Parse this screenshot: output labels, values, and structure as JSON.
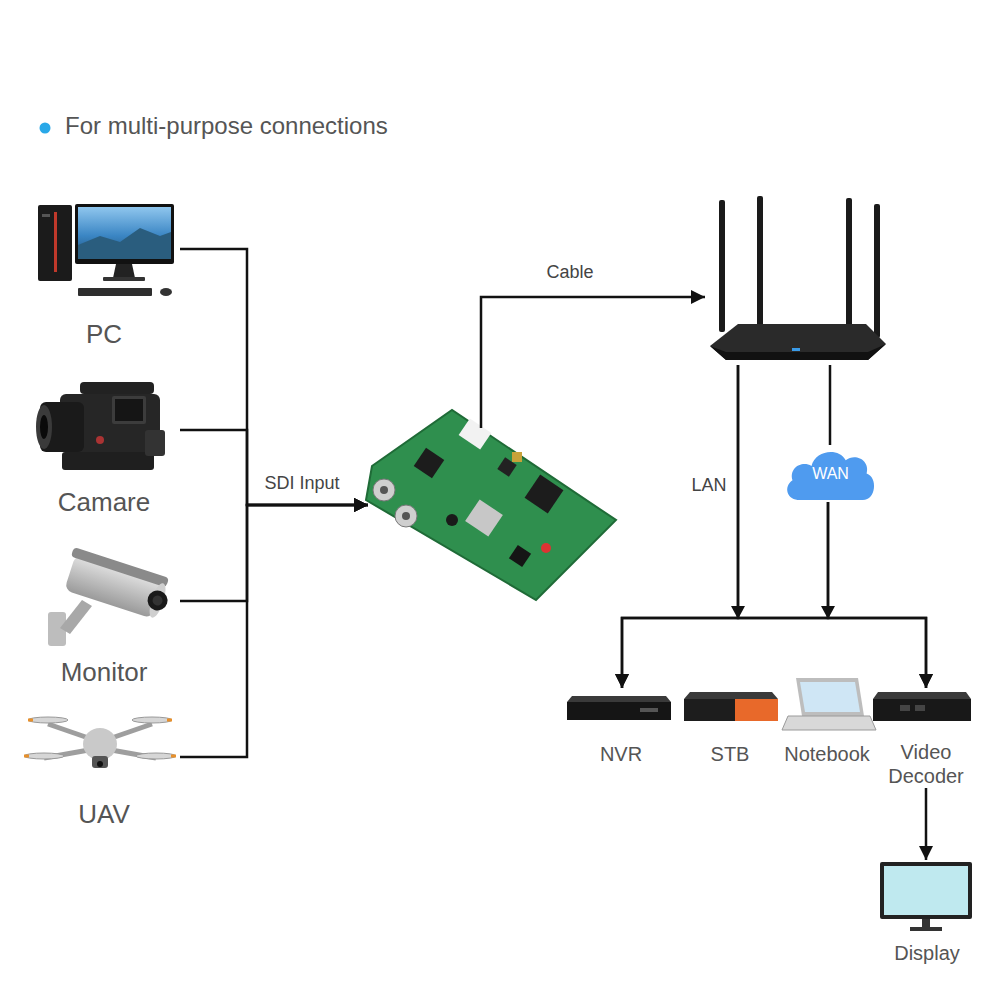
{
  "diagram": {
    "title": "For multi-purpose connections",
    "nodes": [
      {
        "text": [
          "PC"
        ]
      },
      {
        "text": [
          "Camare"
        ]
      },
      {
        "text": [
          "Monitor"
        ]
      },
      {
        "text": [
          "UAV"
        ]
      },
      {
        "text": []
      },
      {
        "text": []
      },
      {
        "text": [
          "WAN"
        ]
      },
      {
        "text": [
          "NVR"
        ]
      },
      {
        "text": [
          "STB"
        ]
      },
      {
        "text": [
          "Notebook"
        ]
      },
      {
        "text": [
          "Video Decoder"
        ]
      },
      {
        "text": [
          "Display"
        ]
      }
    ],
    "edges": [
      {
        "from": 0,
        "to": 4,
        "arrow": "to"
      },
      {
        "from": 1,
        "to": 4,
        "arrow": "to",
        "label": "SDI Input"
      },
      {
        "from": 2,
        "to": 4,
        "arrow": "to"
      },
      {
        "from": 3,
        "to": 4,
        "arrow": "to"
      },
      {
        "from": 4,
        "to": 5,
        "arrow": "to",
        "label": "Cable"
      },
      {
        "from": 5,
        "to": 7,
        "arrow": "to",
        "label": "LAN"
      },
      {
        "from": 5,
        "to": 10,
        "arrow": "to"
      },
      {
        "from": 5,
        "to": 6,
        "arrow": "none"
      },
      {
        "from": 6,
        "to": 7,
        "arrow": "to"
      },
      {
        "from": 6,
        "to": 10,
        "arrow": "to"
      },
      {
        "from": 10,
        "to": 11,
        "arrow": "to"
      }
    ]
  }
}
